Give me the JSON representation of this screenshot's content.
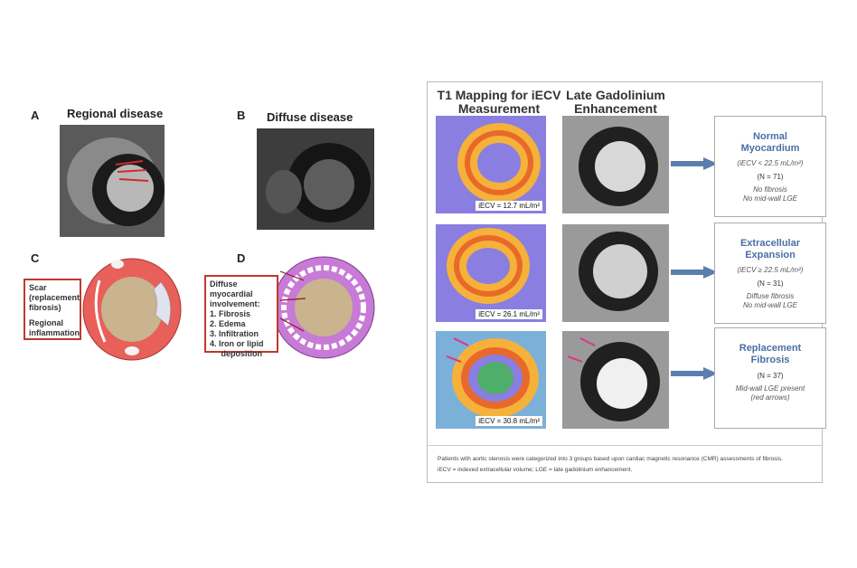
{
  "left": {
    "panel_a": {
      "letter": "A",
      "title": "Regional disease"
    },
    "panel_b": {
      "letter": "B",
      "title": "Diffuse disease"
    },
    "panel_c": {
      "letter": "C",
      "callout_line1": "Scar",
      "callout_line2": "(replacement",
      "callout_line3": "fibrosis)",
      "callout_line4": "Regional",
      "callout_line5": "inflammation"
    },
    "panel_d": {
      "letter": "D",
      "callout_line1": "Diffuse myocardial",
      "callout_line2": "involvement:",
      "items": [
        "1.  Fibrosis",
        "2.  Edema",
        "3.  Infiltration",
        "4.  Iron or lipid",
        "     deposition"
      ]
    }
  },
  "right": {
    "col1_title_line1": "T1 Mapping for iECV",
    "col1_title_line2": "Measurement",
    "col2_title_line1": "Late Gadolinium",
    "col2_title_line2": "Enhancement",
    "rows": [
      {
        "ecv": "iECV = 12.7 mL/m²",
        "box_title1": "Normal",
        "box_title2": "Myocardium",
        "box_sub": "(iECV < 22.5 mL/m²)",
        "box_n": "(N = 71)",
        "note1": "No fibrosis",
        "note2": "No mid-wall LGE"
      },
      {
        "ecv": "iECV = 26.1 mL/m²",
        "box_title1": "Extracellular",
        "box_title2": "Expansion",
        "box_sub": "(iECV ≥ 22.5 mL/m²)",
        "box_n": "(N = 31)",
        "note1": "Diffuse fibrosis",
        "note2": "No mid-wall LGE"
      },
      {
        "ecv": "iECV = 30.8 mL/m²",
        "box_title1": "Replacement",
        "box_title2": "Fibrosis",
        "box_sub": "",
        "box_n": "(N = 37)",
        "note1": "Mid-wall LGE present",
        "note2": "(red arrows)"
      }
    ],
    "footnote1": "Patients with aortic stenosis were categorized into 3 groups based upon cardiac magnetic resonance (CMR) assessments of fibrosis.",
    "footnote2": "iECV = indexed extracellular volume; LGE = late gadolinium enhancement.",
    "colors": {
      "accent": "#4a6fa5",
      "arrow": "#5a7fae",
      "scar_red": "#e8605a",
      "diffuse_purple": "#c77ad6"
    }
  }
}
